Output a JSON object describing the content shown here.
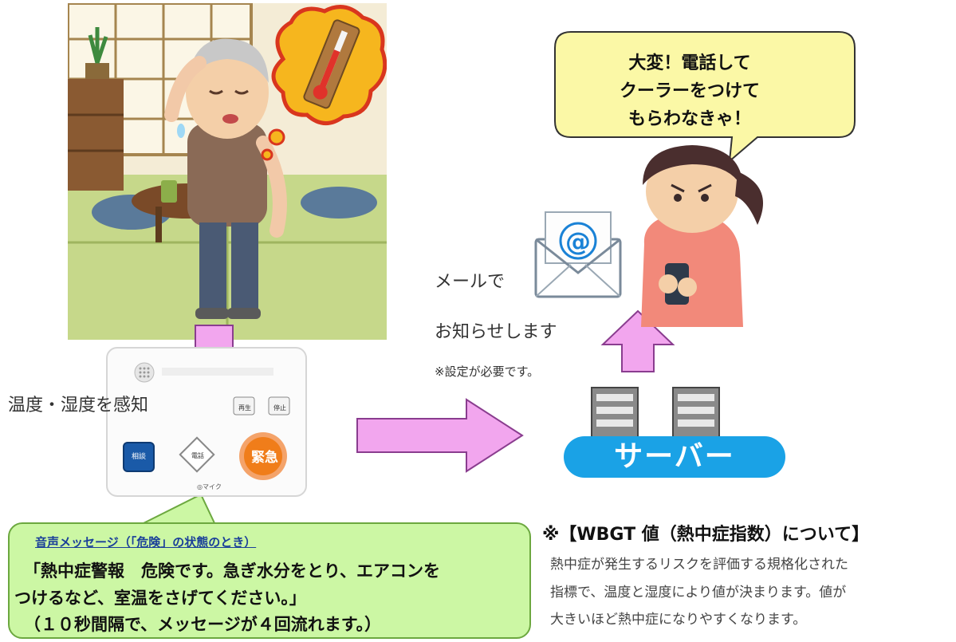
{
  "sensor": {
    "label": "温度・湿度を感知"
  },
  "device": {
    "emergency_label": "緊急",
    "mic_label": "◎マイク",
    "btn_left_label": "相談",
    "btn_center_label": "電話",
    "btn_small1": "再生",
    "btn_small2": "停止"
  },
  "mail": {
    "line1": "メールで",
    "line2": "お知らせします",
    "note": "※設定が必要です。",
    "icon_symbol": "@"
  },
  "bubble": {
    "lines": [
      "大変！電話して",
      "クーラーをつけて",
      "もらわなきゃ！"
    ]
  },
  "server": {
    "label": "サーバー"
  },
  "voice": {
    "title": "音声メッセージ（「危険」の状態のとき）",
    "line1": "「熱中症警報　危険です。急ぎ水分をとり、エアコンを",
    "line2": "つけるなど、室温をさげてください。」",
    "line3": "（１０秒間隔で、メッセージが４回流れます。）"
  },
  "wbgt": {
    "title": "※【WBGT 値（熱中症指数）について】",
    "line1": "熱中症が発生するリスクを評価する規格化された",
    "line2": "指標で、温度と湿度により値が決まります。値が",
    "line3": "大きいほど熱中症になりやすくなります。"
  },
  "colors": {
    "arrow": "#f2a6ee",
    "arrow_stroke": "#8a3d8f",
    "bubble_fill": "#fbf8a6",
    "server_pill": "#1aa2e6",
    "voice_box": "#ccf7a4",
    "emergency": "#f07d1a"
  },
  "icons": [
    "thermometer-icon",
    "mail-icon",
    "server-icon",
    "arrow-down-icon",
    "arrow-right-icon",
    "arrow-up-icon"
  ]
}
